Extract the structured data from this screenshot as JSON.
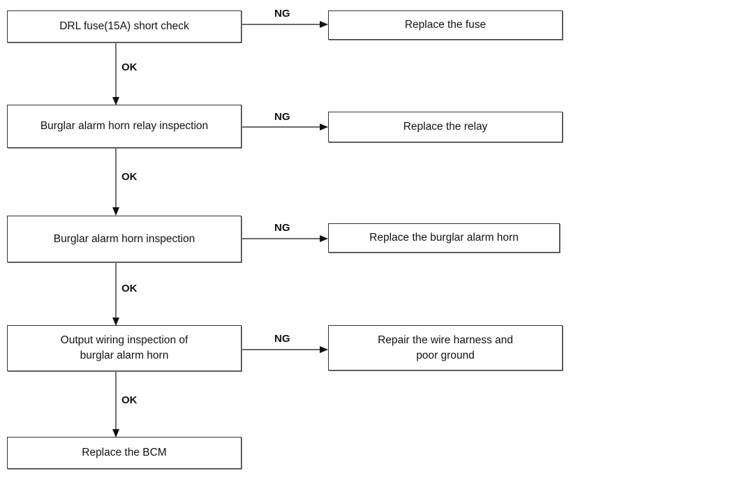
{
  "steps": [
    {
      "check": "DRL fuse(15A) short check",
      "ng_action": "Replace the fuse"
    },
    {
      "check": "Burglar alarm horn relay inspection",
      "ng_action": "Replace the relay"
    },
    {
      "check": "Burglar alarm horn inspection",
      "ng_action": "Replace the burglar alarm horn"
    },
    {
      "check": "Output wiring inspection of\nburglar alarm horn",
      "ng_action": "Repair the wire harness and\npoor ground"
    }
  ],
  "final": "Replace the BCM",
  "labels": {
    "ok": "OK",
    "ng": "NG"
  }
}
